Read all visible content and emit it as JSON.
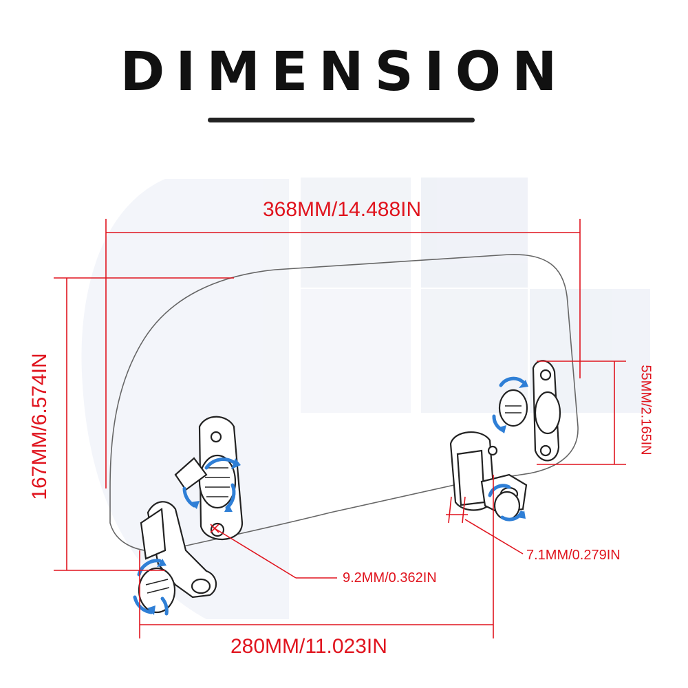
{
  "title": "DIMENSION",
  "dimensions": {
    "overall_width": "368MM/14.488IN",
    "overall_height": "167MM/6.574IN",
    "clamp_height": "55MM/2.165IN",
    "bolt_hole": "9.2MM/0.362IN",
    "slot_width": "7.1MM/0.279IN",
    "mount_span": "280MM/11.023IN"
  },
  "colors": {
    "dimension": "#e0141e",
    "title": "#111111",
    "outline": "#555555",
    "arrows": "#2f7fd6",
    "watermark": "#eef1f7"
  },
  "icons": {
    "rotate_arrow": "rotation-arrow-icon"
  }
}
